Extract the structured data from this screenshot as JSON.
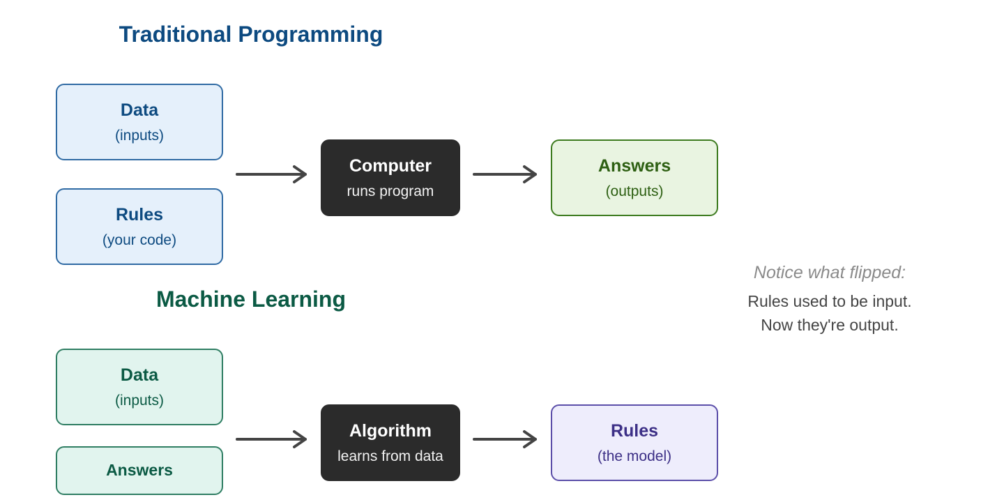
{
  "traditional": {
    "title": "Traditional Programming",
    "input_data": {
      "label": "Data",
      "sub": "(inputs)"
    },
    "input_rules": {
      "label": "Rules",
      "sub": "(your code)"
    },
    "process": {
      "label": "Computer",
      "sub": "runs program"
    },
    "output": {
      "label": "Answers",
      "sub": "(outputs)"
    }
  },
  "machine_learning": {
    "title": "Machine Learning",
    "input_data": {
      "label": "Data",
      "sub": "(inputs)"
    },
    "input_answers": {
      "label": "Answers"
    },
    "process": {
      "label": "Algorithm",
      "sub": "learns from data"
    },
    "output": {
      "label": "Rules",
      "sub": "(the model)"
    }
  },
  "note": {
    "title": "Notice what flipped:",
    "line1": "Rules used to be input.",
    "line2": "Now they're output."
  },
  "colors": {
    "traditional_accent": "#0d4a80",
    "ml_accent": "#0b5a44",
    "answers_green": "#2d5f12",
    "model_purple": "#3c2f86",
    "process_dark": "#2b2b2b",
    "arrow": "#444444"
  }
}
